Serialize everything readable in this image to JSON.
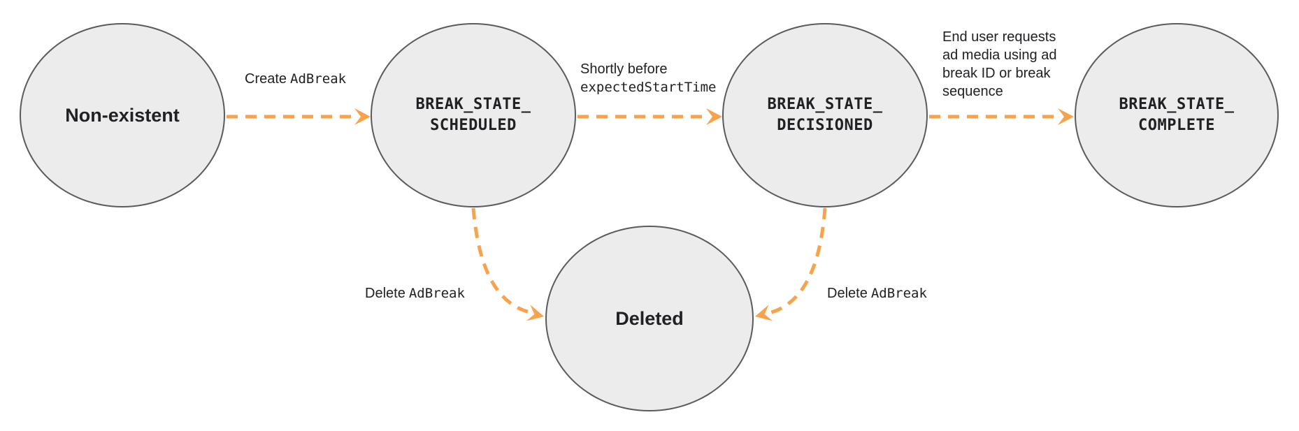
{
  "colors": {
    "accent_orange": "#F9A24C",
    "node_fill": "#ECECEC",
    "node_border": "#595C5E",
    "text": "#202124"
  },
  "nodes": [
    {
      "id": "non-existent",
      "label": "Non-existent"
    },
    {
      "id": "break-state-scheduled",
      "label_line1": "BREAK_STATE_",
      "label_line2": "SCHEDULED"
    },
    {
      "id": "break-state-decisioned",
      "label_line1": "BREAK_STATE_",
      "label_line2": "DECISIONED"
    },
    {
      "id": "break-state-complete",
      "label_line1": "BREAK_STATE_",
      "label_line2": "COMPLETE"
    },
    {
      "id": "deleted",
      "label": "Deleted"
    }
  ],
  "edges": {
    "create": {
      "plain": "Create",
      "code": "AdBreak"
    },
    "shortly": {
      "line1_plain": "Shortly before",
      "line2_code": "expectedStartTime"
    },
    "end_user": {
      "lines": [
        "End user requests",
        "ad media using ad",
        "break ID or break",
        "sequence"
      ]
    },
    "delete_left": {
      "plain": "Delete",
      "code": "AdBreak"
    },
    "delete_right": {
      "plain": "Delete",
      "code": "AdBreak"
    }
  }
}
